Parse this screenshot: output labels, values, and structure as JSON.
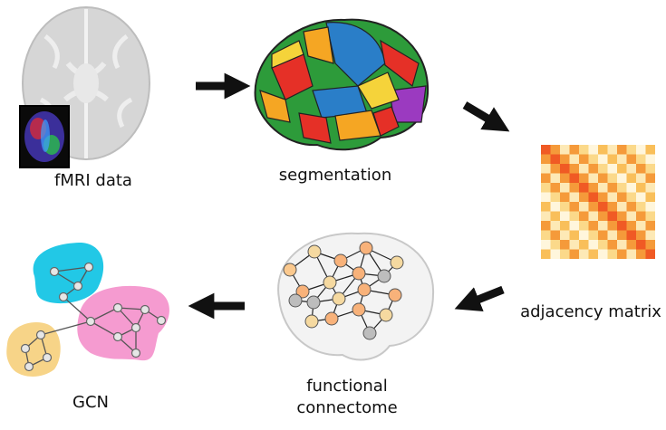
{
  "labels": {
    "fmri": "fMRI data",
    "segmentation": "segmentation",
    "adjacency": "adjacency matrix",
    "connectome_line1": "functional",
    "connectome_line2": "connectome",
    "gcn": "GCN"
  },
  "colors": {
    "arrow": "#111111",
    "brain_gray": "#d0d0d0",
    "cluster_blue": "#22c8e6",
    "cluster_pink": "#f59bd0",
    "cluster_yellow": "#f7d488",
    "matrix_light": "#fde9b6",
    "matrix_mid": "#fbc56a",
    "matrix_dark": "#f05a24"
  }
}
